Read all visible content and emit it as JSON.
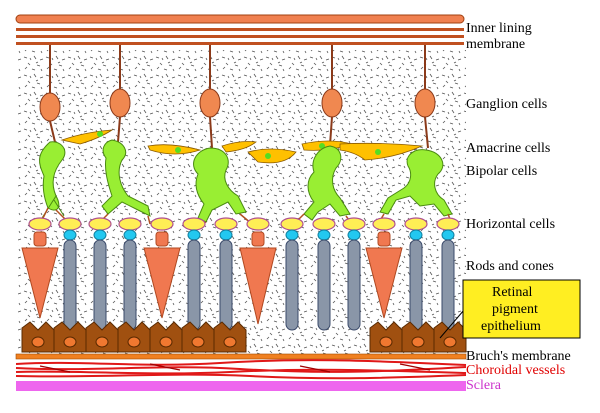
{
  "labels": {
    "inner_lining_1": "Inner lining",
    "inner_lining_2": "membrane",
    "ganglion": "Ganglion cells",
    "amacrine": "Amacrine cells",
    "bipolar": "Bipolar cells",
    "horizontal": "Horizontal cells",
    "rods_cones": "Rods and cones",
    "rpe_1": "Retinal",
    "rpe_2": "pigment",
    "rpe_3": "epithelium",
    "bruch": "Bruch's membrane",
    "choroidal": "Choroidal vessels",
    "sclera": "Sclera"
  },
  "colors": {
    "membrane": "#e07030",
    "membrane_stroke": "#a04010",
    "ganglion": "#f08850",
    "axon": "#8b3a1a",
    "amacrine": "#ffc000",
    "bipolar": "#99ee33",
    "horizontal": "#ffee55",
    "horizontal_stroke": "#b05090",
    "cone": "#f07850",
    "rod": "#8a96a8",
    "rod_tip": "#22c8f0",
    "rpe": "#a05010",
    "rpe_nucleus": "#f07830",
    "bruch": "#f08020",
    "vessel": "#e01818",
    "sclera": "#ee66ee",
    "callout_bg": "#ffee22",
    "choroid_text": "#e00000",
    "sclera_text": "#cc33cc"
  }
}
